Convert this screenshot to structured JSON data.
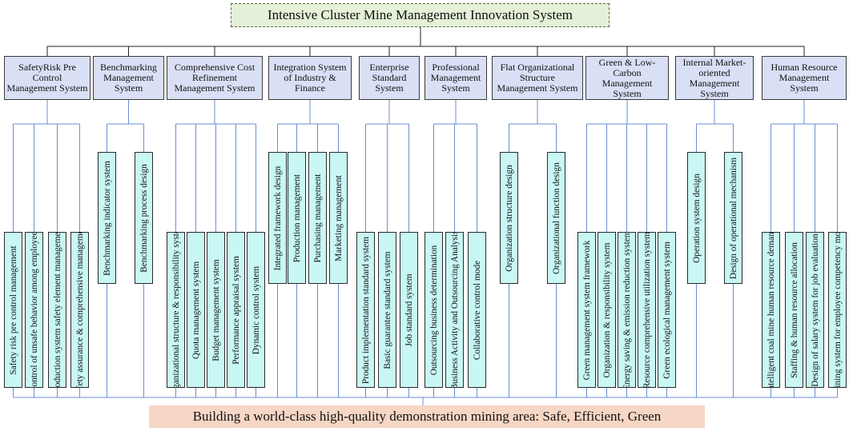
{
  "title": "Intensive Cluster Mine Management Innovation System",
  "footer": "Building a world-class high-quality demonstration mining area: Safe, Efficient, Green",
  "systems": [
    {
      "label": "SafetyRisk Pre Control Management System",
      "items": [
        "Safety risk pre control management",
        "Control of unsafe behavior among employees",
        "Production system safety element management",
        "Safety assurance & comprehensive management"
      ]
    },
    {
      "label": "Benchmarking Management System",
      "items": [
        "Benchmarking indicator system",
        "Benchmarking process design"
      ]
    },
    {
      "label": "Comprehensive Cost Refinement Management System",
      "items": [
        "Organizational structure & responsibility system",
        "Quota management system",
        "Budget management system",
        "Performance appraisal system",
        "Dynamic control system"
      ]
    },
    {
      "label": "Integration System of Industry & Finance",
      "items": [
        "Integrated framework design",
        "Production management",
        "Purchasing management",
        "Marketing management"
      ]
    },
    {
      "label": "Enterprise Standard System",
      "items": [
        "Product implementation standard system",
        "Basic guarantee standard system",
        "Job standard system"
      ]
    },
    {
      "label": "Professional Management System",
      "items": [
        "Outsourcing business determination",
        "Business Activity and Outsourcing Analysis",
        "Collaborative control mode"
      ]
    },
    {
      "label": "Flat Organizational Structure Management System",
      "items": [
        "Organization structure design",
        "Organizational function design"
      ]
    },
    {
      "label": "Green & Low-Carbon Management System",
      "items": [
        "Green management system framework",
        "Organization & responsibility system",
        "Energy saving & emission reduction system",
        "Resource comprehensive utilization system",
        "Green ecological management system"
      ]
    },
    {
      "label": "Internal Market-oriented Management System",
      "items": [
        "Operation system design",
        "Design of operational mechanism"
      ]
    },
    {
      "label": "Human Resource Management System",
      "items": [
        "Intelligent coal mine human resource demand",
        "Staffing & human resource allocation",
        "Design of salary system for job evaluation",
        "Training system for employee competency model"
      ]
    }
  ]
}
